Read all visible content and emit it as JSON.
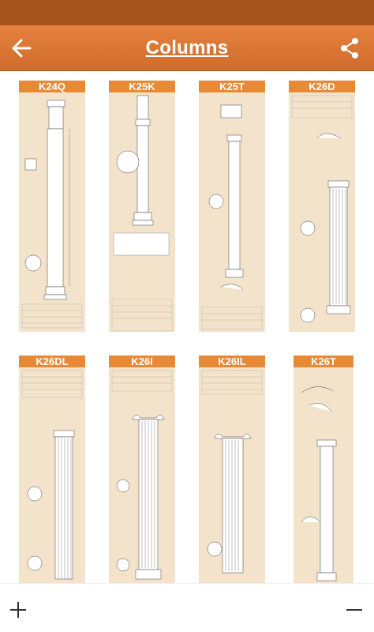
{
  "header": {
    "title": "Columns"
  },
  "icons": {
    "back": "arrow-left-icon",
    "share": "share-icon",
    "zoom_in": "plus-icon",
    "zoom_out": "minus-icon"
  },
  "colors": {
    "accent": "#e88a35",
    "statusbar": "#a6521d",
    "card_bg": "#f3e3cb"
  },
  "cards": [
    {
      "code": "K24Q"
    },
    {
      "code": "K25K"
    },
    {
      "code": "K25T"
    },
    {
      "code": "K26D"
    },
    {
      "code": "K26DL"
    },
    {
      "code": "K26I"
    },
    {
      "code": "K26IL"
    },
    {
      "code": "K26T"
    }
  ]
}
